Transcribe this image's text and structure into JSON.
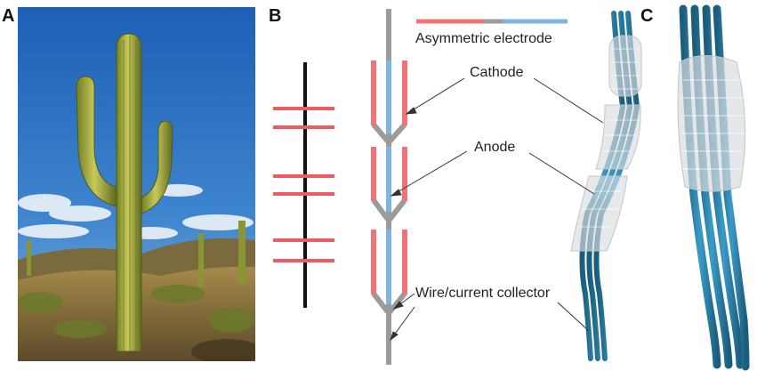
{
  "panels": {
    "a": "A",
    "b": "B",
    "c": "C"
  },
  "labels": {
    "legend": "Asymmetric electrode",
    "cathode": "Cathode",
    "anode": "Anode",
    "collector": "Wire/current collector"
  },
  "colors": {
    "cathode": "#f07378",
    "anode": "#7fb6e0",
    "collector": "#9b9b9b",
    "capacitor_wire": "#111111",
    "capacitor_plate": "#ef5a63",
    "fiber": "#2a7fa6",
    "fiber_dark": "#1b5d7c",
    "coating": "#d9dde0",
    "sky": "#1f63b8",
    "cactus": "#9bb03a"
  },
  "images": {
    "photo": "saguaro-cactus-photo",
    "render_small": "coated-fiber-bundle-render",
    "render_large": "coated-fiber-bundle-render-closeup"
  }
}
